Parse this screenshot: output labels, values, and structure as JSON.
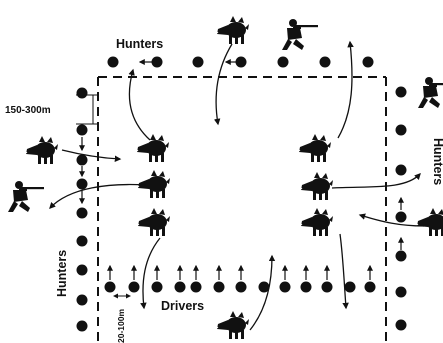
{
  "diagram": {
    "labels": {
      "hunters_top": "Hunters",
      "hunters_left": "Hunters",
      "hunters_right": "Hunters",
      "drivers": "Drivers",
      "spacing_hunters": "150-300m",
      "spacing_drivers": "20-100m"
    },
    "colors": {
      "ink": "#111111",
      "background": "#ffffff"
    },
    "icons": [
      "wild-boar-icon",
      "hunter-rifle-icon"
    ]
  }
}
